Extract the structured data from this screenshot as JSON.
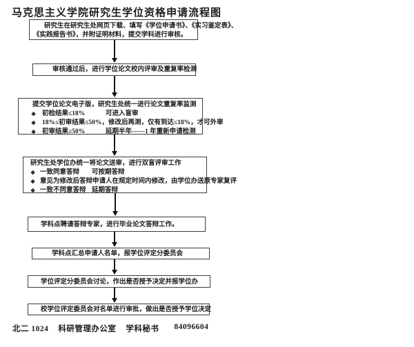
{
  "document": {
    "title": "马克思主义学院研究生学位资格申请流程图",
    "footer": {
      "segments": [
        "北二 1024",
        "科研管理办公室",
        "学科秘书",
        "84096604"
      ]
    }
  },
  "flowchart": {
    "steps": [
      {
        "name": "submit-materials",
        "lines": [
          "研究生在研究生处网页下载、填写《学位申请书》、《实习鉴定表》、",
          "《实践报告书》，并附证明材料，提交学科进行审核。"
        ]
      },
      {
        "name": "internal-review",
        "text": "审核通过后，进行学位论文校内评审及重复率检测"
      },
      {
        "name": "plagiarism-check",
        "heading": "提交学位论文电子版，研究生处统一进行论文重复率监测",
        "bullets": [
          {
            "marker": "❖",
            "condition": "初检结果≤18%",
            "result": "可进入盲审"
          },
          {
            "marker": "❖",
            "condition": "18%≤初审结果≤50%，",
            "result": "修改后再测，仅有到达≤18%，才可外审"
          },
          {
            "marker": "❖",
            "condition": "初审结果≥50%",
            "result": "延期半年——1 年重新申请检测"
          }
        ]
      },
      {
        "name": "blind-review",
        "heading": "研究生处学位办统一将论文送审，进行双盲评审工作",
        "bullets": [
          {
            "marker": "❖",
            "condition": "一致同意答辩",
            "result": "可按期答辩"
          },
          {
            "marker": "❖",
            "condition": "意见为修改后答辩",
            "result": "申请人在规定时间内修改，由学位办送原专家复评"
          },
          {
            "marker": "❖",
            "condition": "一致不同意答辩",
            "result": "延期答辩"
          }
        ]
      },
      {
        "name": "thesis-defense",
        "text": "学科点聘请答辩专家，进行毕业论文答辩工作。"
      },
      {
        "name": "report-applicant-list",
        "text": "学科点汇总申请人名单，报学位评定分委员会"
      },
      {
        "name": "subcommittee-decision",
        "text": "学位评定分委员会讨论，作出是否授予决定并报学位办"
      },
      {
        "name": "university-committee-approval",
        "text": "校学位评定委员会对名单进行审批，做出是否授予学位决定"
      }
    ]
  }
}
